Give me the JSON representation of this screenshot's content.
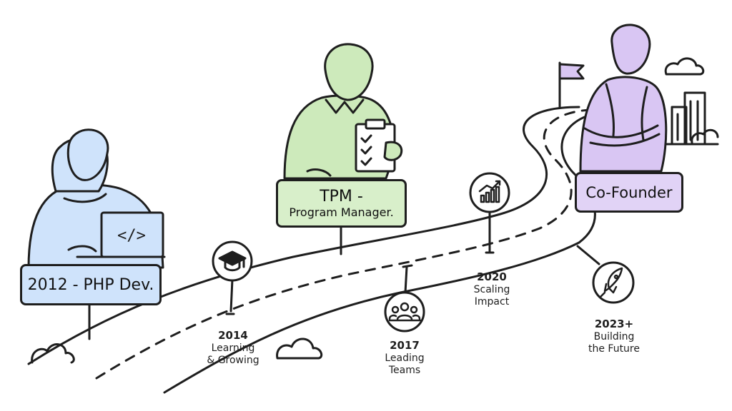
{
  "stages": {
    "php": {
      "label": "2012 - PHP Dev.",
      "color": "#cfe3fb"
    },
    "tpm": {
      "line1": "TPM -",
      "line2": "Program Manager.",
      "color": "#d8efca"
    },
    "cofounder": {
      "label": "Co-Founder",
      "color": "#e1d3f6"
    }
  },
  "milestones": [
    {
      "year": "2014",
      "line1": "Learning",
      "line2": "& Growing",
      "icon": "graduation-cap-icon"
    },
    {
      "year": "2017",
      "line1": "Leading",
      "line2": "Teams",
      "icon": "team-icon"
    },
    {
      "year": "2020",
      "line1": "Scaling",
      "line2": "Impact",
      "icon": "growth-chart-icon"
    },
    {
      "year": "2023+",
      "line1": "Building",
      "line2": "the Future",
      "icon": "rocket-icon"
    }
  ],
  "figure_colors": {
    "blue": "#cfe3fb",
    "green": "#cdeabb",
    "purple": "#d9c6f3"
  }
}
